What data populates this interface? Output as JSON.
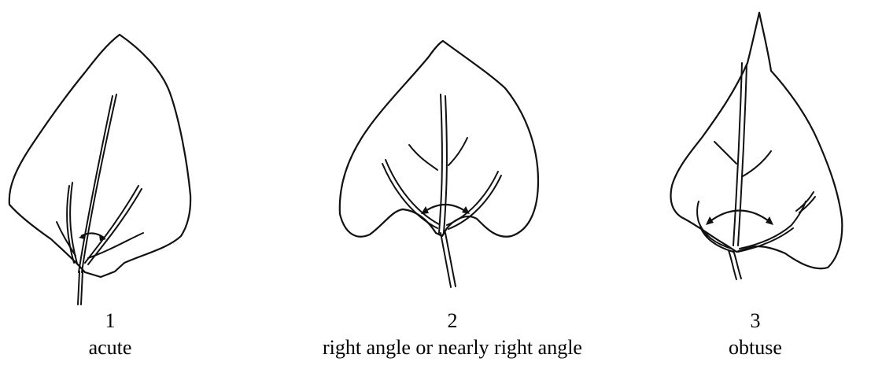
{
  "figures": [
    {
      "number": "1",
      "label": "acute"
    },
    {
      "number": "2",
      "label": "right angle or nearly right angle"
    },
    {
      "number": "3",
      "label": "obtuse"
    }
  ]
}
